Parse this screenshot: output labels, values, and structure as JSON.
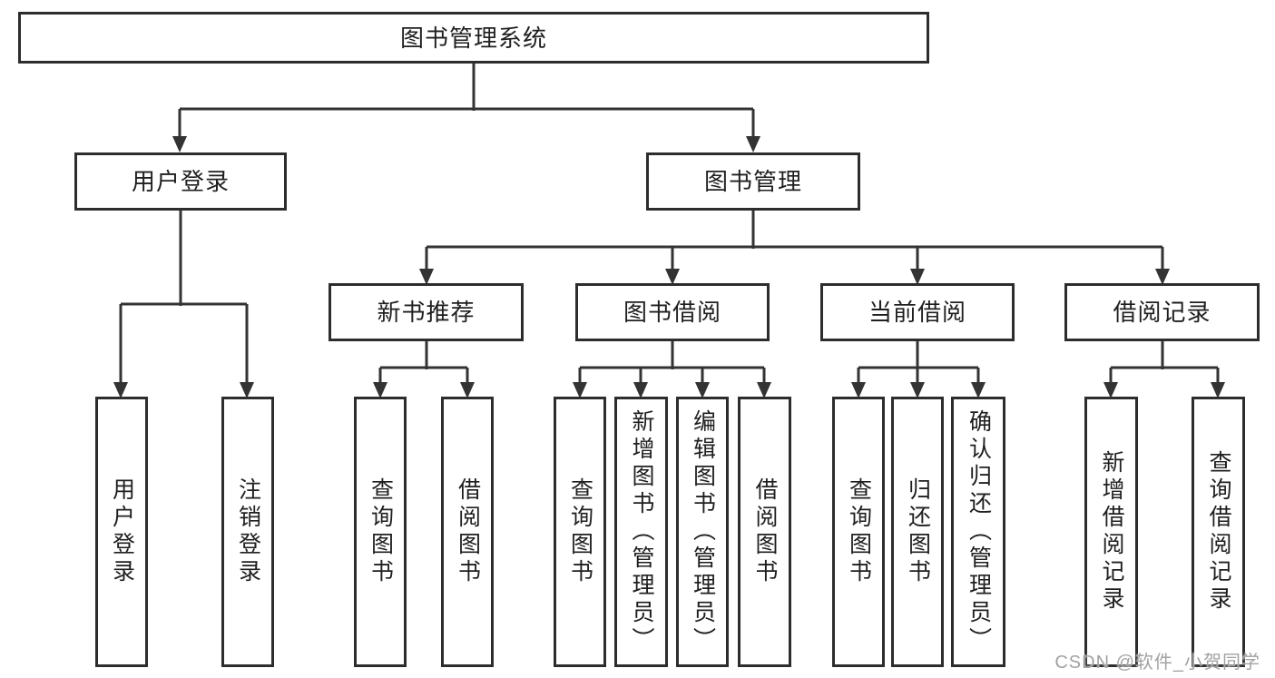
{
  "diagram": {
    "title": "图书管理系统",
    "watermark": "CSDN @软件_小贺同学",
    "colors": {
      "line": "#333333",
      "box_border": "#2d2d2d",
      "box_background": "#ffffff",
      "text": "#1f1f1f",
      "watermark_text": "#a2a2a2"
    },
    "nodes": {
      "root": {
        "label": "图书管理系统"
      },
      "user_login": {
        "label": "用户登录"
      },
      "book_mgmt": {
        "label": "图书管理"
      },
      "leaf_user_login": {
        "label": "用户登录"
      },
      "leaf_logout": {
        "label": "注销登录"
      },
      "new_book_rec": {
        "label": "新书推荐"
      },
      "book_borrow": {
        "label": "图书借阅"
      },
      "current_borrow": {
        "label": "当前借阅"
      },
      "borrow_records": {
        "label": "借阅记录"
      },
      "nbr_query": {
        "label": "查询图书"
      },
      "nbr_borrow": {
        "label": "借阅图书"
      },
      "bb_query": {
        "label": "查询图书"
      },
      "bb_add": {
        "label": "新增图书（管理员）"
      },
      "bb_edit": {
        "label": "编辑图书（管理员）"
      },
      "bb_borrow": {
        "label": "借阅图书"
      },
      "cb_query": {
        "label": "查询图书"
      },
      "cb_return": {
        "label": "归还图书"
      },
      "cb_confirm": {
        "label": "确认归还（管理员）"
      },
      "br_add": {
        "label": "新增借阅记录"
      },
      "br_query": {
        "label": "查询借阅记录"
      }
    },
    "edges": [
      {
        "from": "root",
        "to": [
          "user_login",
          "book_mgmt"
        ]
      },
      {
        "from": "user_login",
        "to": [
          "leaf_user_login",
          "leaf_logout"
        ]
      },
      {
        "from": "book_mgmt",
        "to": [
          "new_book_rec",
          "book_borrow",
          "current_borrow",
          "borrow_records"
        ]
      },
      {
        "from": "new_book_rec",
        "to": [
          "nbr_query",
          "nbr_borrow"
        ]
      },
      {
        "from": "book_borrow",
        "to": [
          "bb_query",
          "bb_add",
          "bb_edit",
          "bb_borrow"
        ]
      },
      {
        "from": "current_borrow",
        "to": [
          "cb_query",
          "cb_return",
          "cb_confirm"
        ]
      },
      {
        "from": "borrow_records",
        "to": [
          "br_add",
          "br_query"
        ]
      }
    ]
  }
}
